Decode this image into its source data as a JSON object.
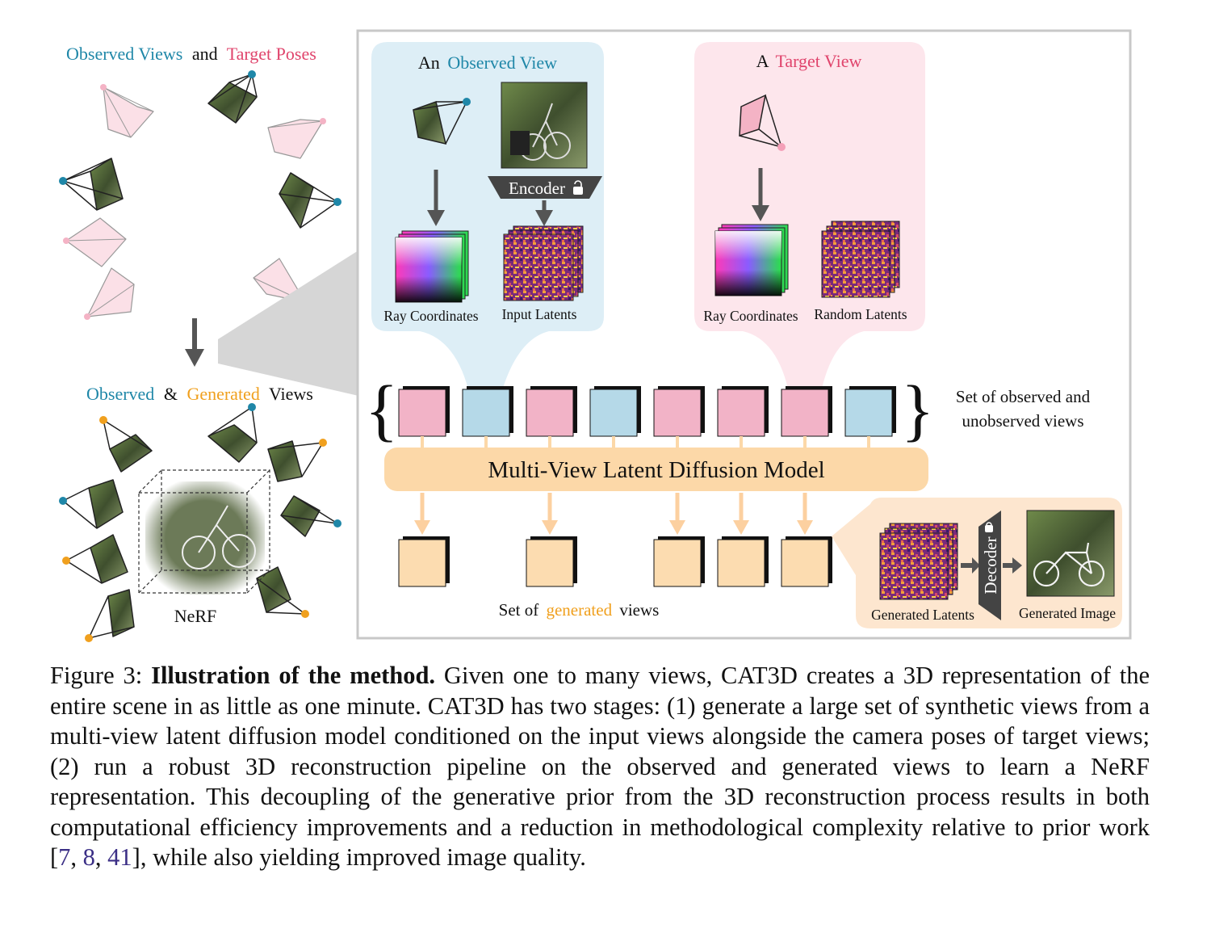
{
  "left": {
    "top_title": {
      "observed": "Observed Views",
      "and": "and",
      "target": "Target Poses"
    },
    "bottom_title": {
      "observed": "Observed",
      "amp": "&",
      "generated": "Generated",
      "views": "Views"
    },
    "nerf_label": "NeRF"
  },
  "observed_panel": {
    "title_prefix": "An",
    "title_highlight": "Observed View",
    "encoder_label": "Encoder",
    "ray_label": "Ray Coordinates",
    "latent_label": "Input Latents"
  },
  "target_panel": {
    "title_prefix": "A",
    "title_highlight": "Target View",
    "ray_label": "Ray Coordinates",
    "latent_label": "Random Latents"
  },
  "model": {
    "label": "Multi-View Latent Diffusion Model",
    "set_label_line1": "Set of observed and",
    "set_label_line2": "unobserved views",
    "input_views": [
      "target",
      "observed",
      "target",
      "observed",
      "target",
      "target",
      "target",
      "observed"
    ],
    "generated_prefix": "Set of",
    "generated_highlight": "generated",
    "generated_suffix": "views"
  },
  "decoder_panel": {
    "latents_label": "Generated Latents",
    "decoder_label": "Decoder",
    "image_label": "Generated Image"
  },
  "colors": {
    "observed": "#1f87a8",
    "target": "#e0446c",
    "generated": "#f0a01e",
    "observed_box": "#b5d9e8",
    "target_box": "#f2b3c7",
    "generated_box": "#fcdcb0",
    "model_bar": "#fcd8a8",
    "observed_panel_bg": "#ddeef6",
    "target_panel_bg": "#fde6ec"
  },
  "caption": {
    "figure_label": "Figure 3:",
    "bold_title": "Illustration of the method.",
    "text_1": "Given one to many views, CAT3D creates a 3D representation of the entire scene in as little as one minute. CAT3D has two stages: (1) generate a large set of synthetic views from a multi-view latent diffusion model conditioned on the input views alongside the camera poses of target views; (2) run a robust 3D reconstruction pipeline on the observed and generated views to learn a NeRF representation. This decoupling of the generative prior from the 3D reconstruction process results in both computational efficiency improvements and a reduction in methodological complexity relative to prior work [",
    "ref_1": "7",
    "sep_1": ", ",
    "ref_2": "8",
    "sep_2": ", ",
    "ref_3": "41",
    "text_2": "], while also yielding improved image quality."
  }
}
